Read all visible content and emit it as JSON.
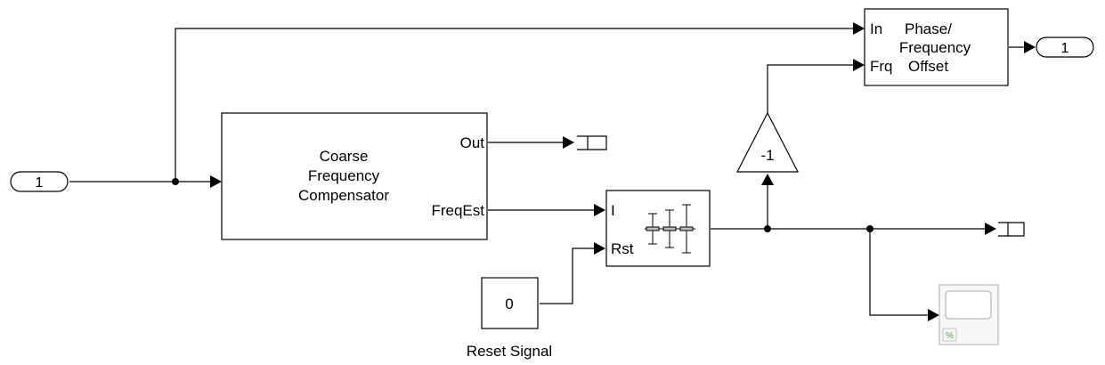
{
  "inport": {
    "label": "1"
  },
  "outport": {
    "label": "1"
  },
  "cfc": {
    "title_lines": [
      "Coarse",
      "Frequency",
      "Compensator"
    ],
    "out_port": "Out",
    "freq_port": "FreqEst"
  },
  "integrator": {
    "in_port": "I",
    "reset_port": "Rst"
  },
  "gain": {
    "value": "-1"
  },
  "pfo": {
    "in_port": "In",
    "frq_port": "Frq",
    "title_line1": "Phase/",
    "title_line2": "Frequency",
    "title_line3": "Offset"
  },
  "constant": {
    "value": "0",
    "caption": "Reset Signal"
  },
  "scope": {
    "icon": "scope-icon"
  }
}
